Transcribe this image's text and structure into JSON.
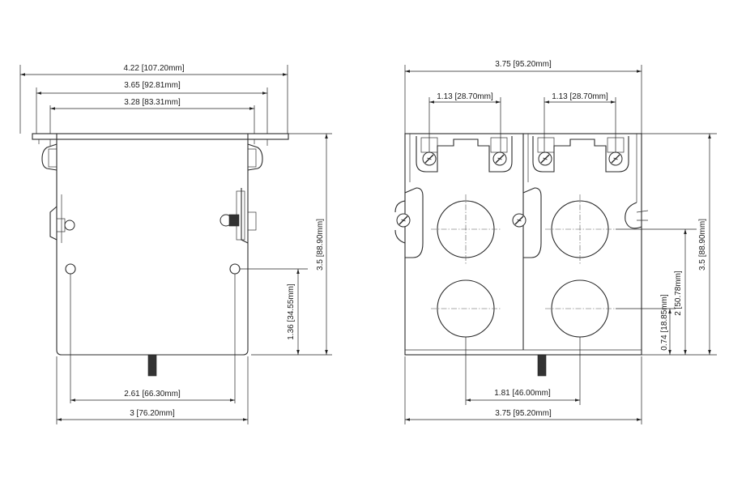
{
  "diagram": {
    "side_view": {
      "dimensions": {
        "flange_width": "4.22 [107.20mm]",
        "outer_tab_width": "3.65 [92.81mm]",
        "inner_tab_width": "3.28 [83.31mm]",
        "height": "3.5 [88.90mm]",
        "hole_height": "1.36 [34.55mm]",
        "hole_spacing": "2.61 [66.30mm]",
        "body_width": "3 [76.20mm]"
      }
    },
    "front_view": {
      "dimensions": {
        "overall_width_top": "3.75 [95.20mm]",
        "left_screw_spacing": "1.13 [28.70mm]",
        "right_screw_spacing": "1.13 [28.70mm]",
        "height": "3.5 [88.90mm]",
        "upper_knockout_height": "2 [50.78mm]",
        "lower_knockout_height": "0.74 [18.85mm]",
        "knockout_spacing": "1.81 [46.00mm]",
        "overall_width_bottom": "3.75 [95.20mm]"
      }
    }
  }
}
